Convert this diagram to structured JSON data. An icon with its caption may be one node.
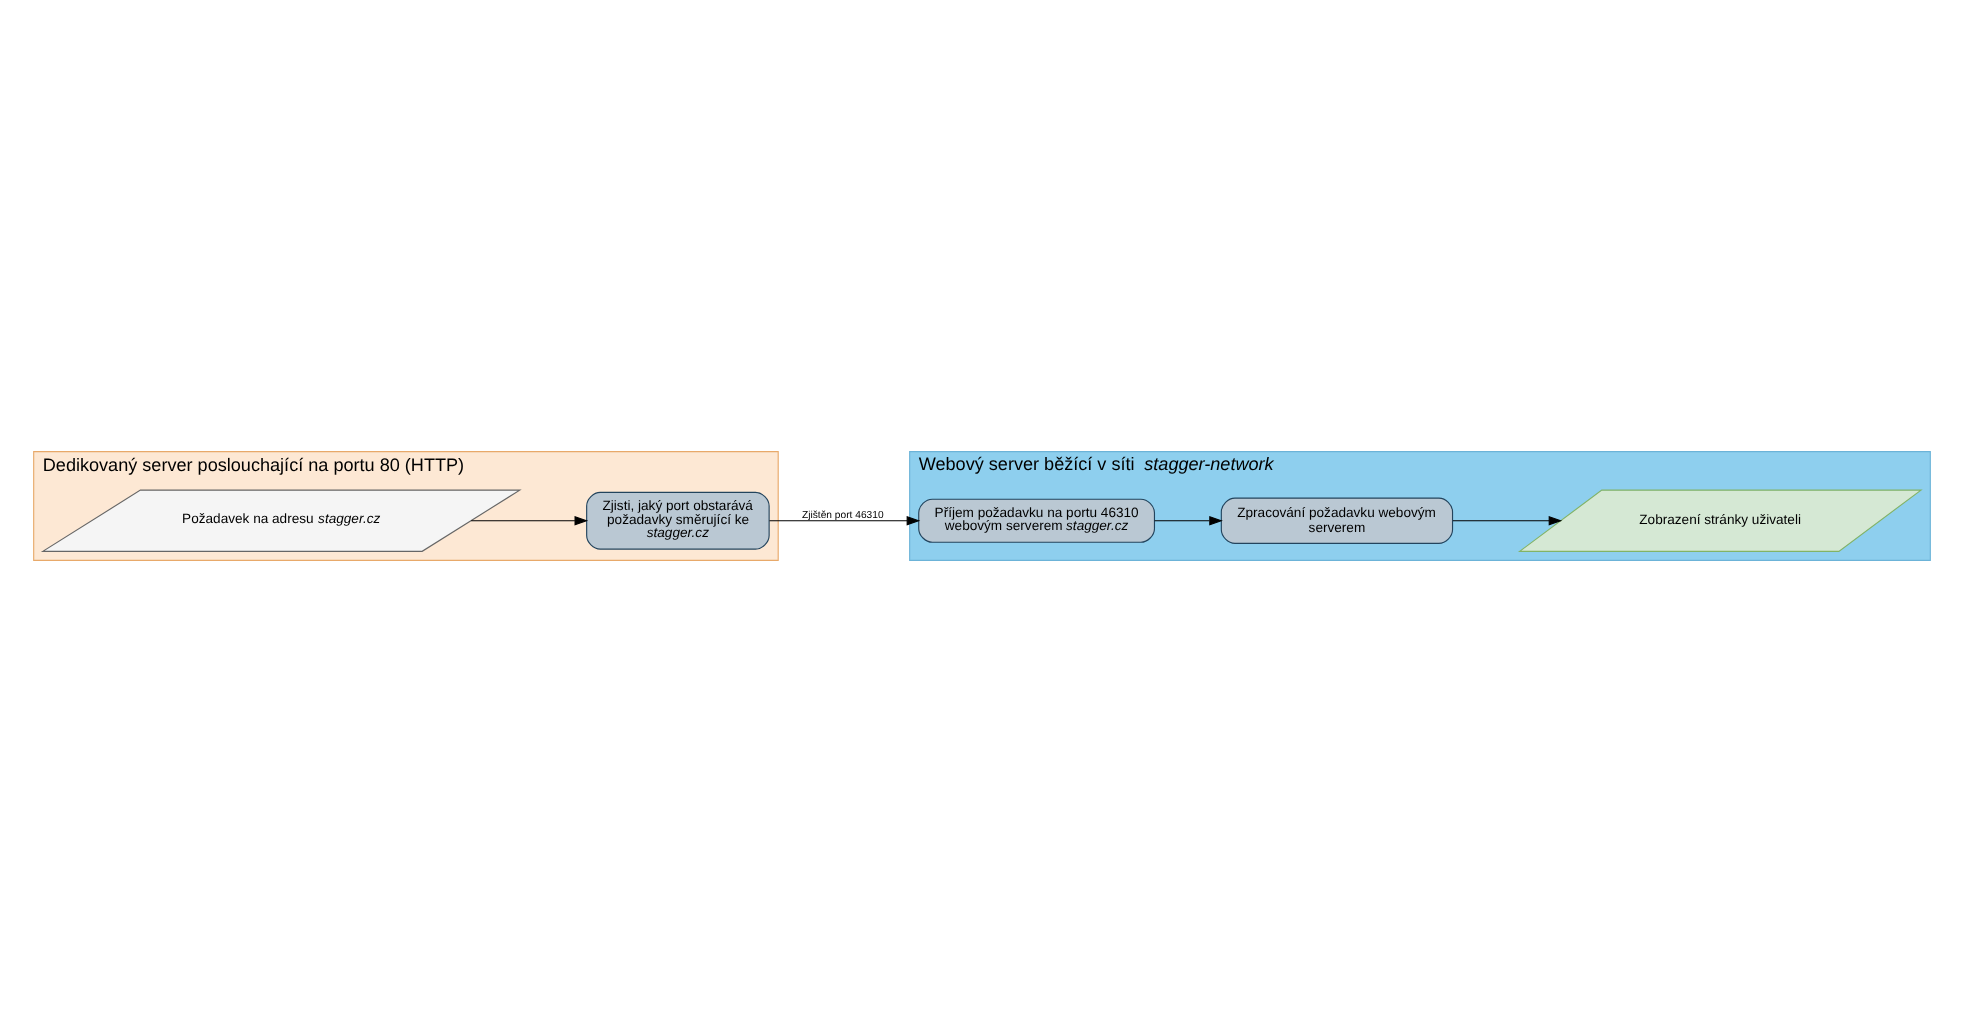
{
  "diagram": {
    "nodes": [
      {
        "text": [
          "Dedikovaný server poslouchající na portu 80 (HTTP)"
        ]
      },
      {
        "text": [
          "Požadavek na adresu *stagger.cz*"
        ],
        "in": 0
      },
      {
        "text": [
          "Zjisti, jaký port obstarává požadavky směrující ke *stagger.cz*"
        ],
        "in": 0
      },
      {
        "text": [
          "Webový server běžící v síti *stagger-network*"
        ]
      },
      {
        "text": [
          "Příjem požadavku na portu 46310 webovým serverem *stagger.cz*"
        ],
        "in": 3
      },
      {
        "text": [
          "Zpracování požadavku webovým serverem"
        ],
        "in": 3
      },
      {
        "text": [
          "Zobrazení stránky uživateli"
        ],
        "in": 3
      }
    ],
    "edges": [
      {
        "from": 1,
        "to": 2,
        "arrow": "to"
      },
      {
        "from": 2,
        "to": 4,
        "arrow": "to",
        "label": "Zjištěn port 46310"
      },
      {
        "from": 4,
        "to": 5,
        "arrow": "to"
      },
      {
        "from": 5,
        "to": 6,
        "arrow": "to"
      }
    ]
  }
}
